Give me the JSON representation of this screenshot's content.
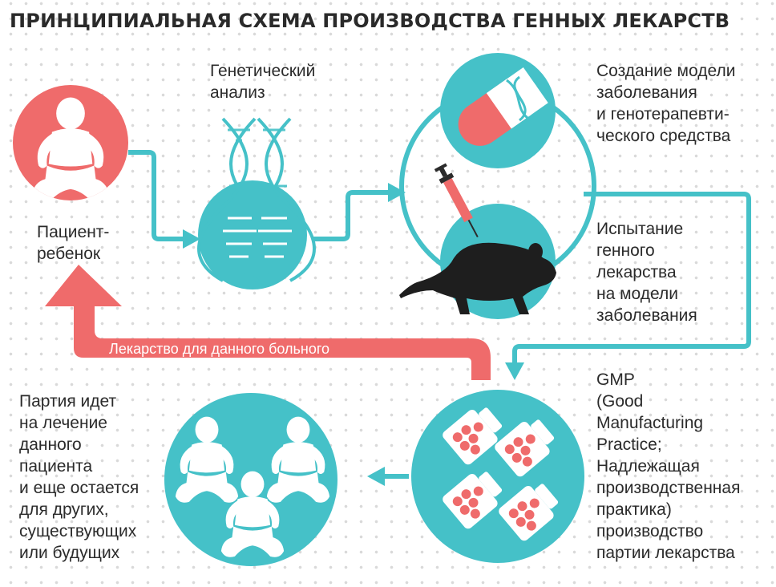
{
  "title": "ПРИНЦИПИАЛЬНАЯ СХЕМА ПРОИЗВОДСТВА ГЕННЫХ ЛЕКАРСТВ",
  "colors": {
    "teal": "#45c1c8",
    "coral": "#ef6b6b",
    "mouse": "#1e1e1e",
    "text": "#2b2b2b",
    "dots": "#d9d9d9"
  },
  "nodes": {
    "patient": {
      "label": "Пациент-\nребенок",
      "icon": "baby-icon"
    },
    "analysis": {
      "label": "Генетический\nанализ",
      "icon": "dna-double-helix-icon"
    },
    "model": {
      "label": "Создание модели\nзаболевания\nи генотерапевти-\nческого средства",
      "icon": "capsule-dna-icon"
    },
    "testing": {
      "label": "Испытание\nгенного\nлекарства\nна модели\nзаболевания",
      "icon": "mouse-syringe-icon"
    },
    "gmp": {
      "label": "GMP\n(Good\nManufacturing\nPractice;\nНадлежащая\nпроизводственная\nпрактика)\nпроизводство\nпартии лекарства",
      "icon": "pill-bottles-icon"
    },
    "batch": {
      "label": "Партия идет\nна лечение\nданного\nпациента\nи еще остается\nдля других,\nсуществующих\nили будущих",
      "icon": "three-babies-icon"
    }
  },
  "return_arrow_label": "Лекарство для данного больного"
}
